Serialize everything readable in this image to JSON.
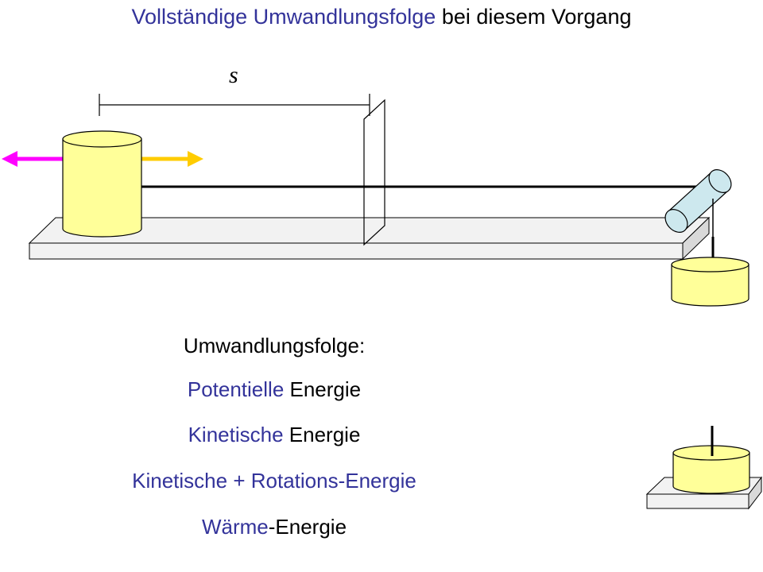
{
  "title": {
    "part1": "Vollständige",
    "part2": "Umwandlungsfolge",
    "part3": "bei diesem Vorgang"
  },
  "distance_label": "s",
  "sequence": {
    "heading": "Umwandlungsfolge:",
    "line1": {
      "colored": "Potentielle",
      "plain": " Energie"
    },
    "line2": {
      "colored": "Kinetische",
      "plain": " Energie"
    },
    "line3": {
      "colored": "Kinetische + Rotations-Energie"
    },
    "line4": {
      "colored": "Wärme",
      "plain": "-Energie"
    }
  },
  "colors": {
    "highlight_text": "#33339a",
    "cylinder_fill": "#ffff99",
    "pulley_fill": "#cde8ee",
    "table_fill": "#f2f2f2",
    "arrow_left": "#ff00ff",
    "arrow_right": "#ffcc00"
  }
}
